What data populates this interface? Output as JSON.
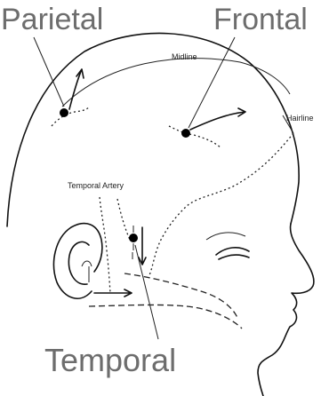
{
  "labels": {
    "parietal": "Parietal",
    "frontal": "Frontal",
    "temporal": "Temporal",
    "midline": "Midline",
    "hairline": "Hairline",
    "temporal_artery": "Temporal Artery"
  }
}
